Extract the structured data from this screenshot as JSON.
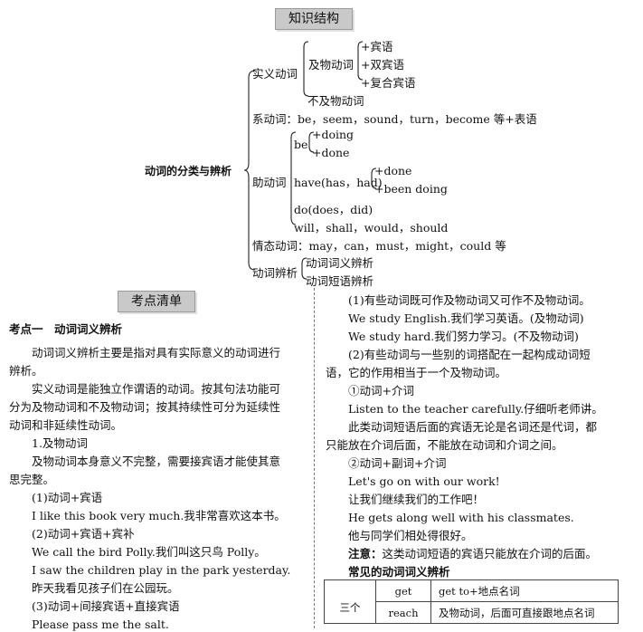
{
  "knowledge": {
    "title": "知识结构",
    "root": "动词的分类与辨析",
    "shiyi": "实义动词",
    "jiwu": "及物动词",
    "jiwu_items": [
      "+宾语",
      "+双宾语",
      "+复合宾语"
    ],
    "bujiwu": "不及物动词",
    "xi": "系动词：be，seem，sound，turn，become 等+表语",
    "zhu": "助动词",
    "be": "be",
    "be_items": [
      "+doing",
      "+done"
    ],
    "have": "have(has，had)",
    "have_items": [
      "+done",
      "+been doing"
    ],
    "do": "do(does，did)",
    "will": "will，shall，would，should",
    "qingtai": "情态动词：may，can，must，might，could 等",
    "bianxi": "动词辨析",
    "bianxi_items": [
      "动词词义辨析",
      "动词短语辨析"
    ]
  },
  "checklist": {
    "title": "考点清单",
    "section": "考点一　动词词义辨析",
    "left_lines": [
      "　　动词词义辨析主要是指对具有实际意义的动词进行",
      "辨析。",
      "　　实义动词是能独立作谓语的动词。按其句法功能可",
      "分为及物动词和不及物动词；按其持续性可分为延续性",
      "动词和非延续性动词。",
      "　　1.及物动词",
      "　　及物动词本身意义不完整，需要接宾语才能使其意",
      "思完整。",
      "　　(1)动词+宾语",
      "　　I like this book very much.我非常喜欢这本书。",
      "　　(2)动词+宾语+宾补",
      "　　We call the bird Polly.我们叫这只鸟 Polly。",
      "　　I saw the children play in the park yesterday.",
      "　　昨天我看见孩子们在公园玩。",
      "　　(3)动词+间接宾语+直接宾语",
      "　　Please pass me the salt."
    ],
    "right_lines": [
      "　　(1)有些动词既可作及物动词又可作不及物动词。",
      "　　We study English.我们学习英语。(及物动词)",
      "　　We study hard.我们努力学习。(不及物动词)",
      "　　(2)有些动词与一些别的词搭配在一起构成动词短",
      "语，它的作用相当于一个及物动词。",
      "　　①动词+介词",
      "　　Listen to the teacher carefully.仔细听老师讲。",
      "　　此类动词短语后面的宾语无论是名词还是代词，都",
      "只能放在介词后面，不能放在动词和介词之间。",
      "　　②动词+副词+介词",
      "　　Let's go on with our work!",
      "　　让我们继续我们的工作吧！",
      "　　He gets along well with his classmates.",
      "　　他与同学们相处得很好。"
    ],
    "note_label": "注意：",
    "note_text": "这类动词短语的宾语只能放在介词的后面。",
    "table_title": "常见的动词词义辨析",
    "table_group": "三个",
    "table_rows": [
      {
        "verb": "get",
        "usage": "get to+地点名词"
      },
      {
        "verb": "reach",
        "usage": "及物动词，后面可直接跟地点名词"
      }
    ]
  }
}
